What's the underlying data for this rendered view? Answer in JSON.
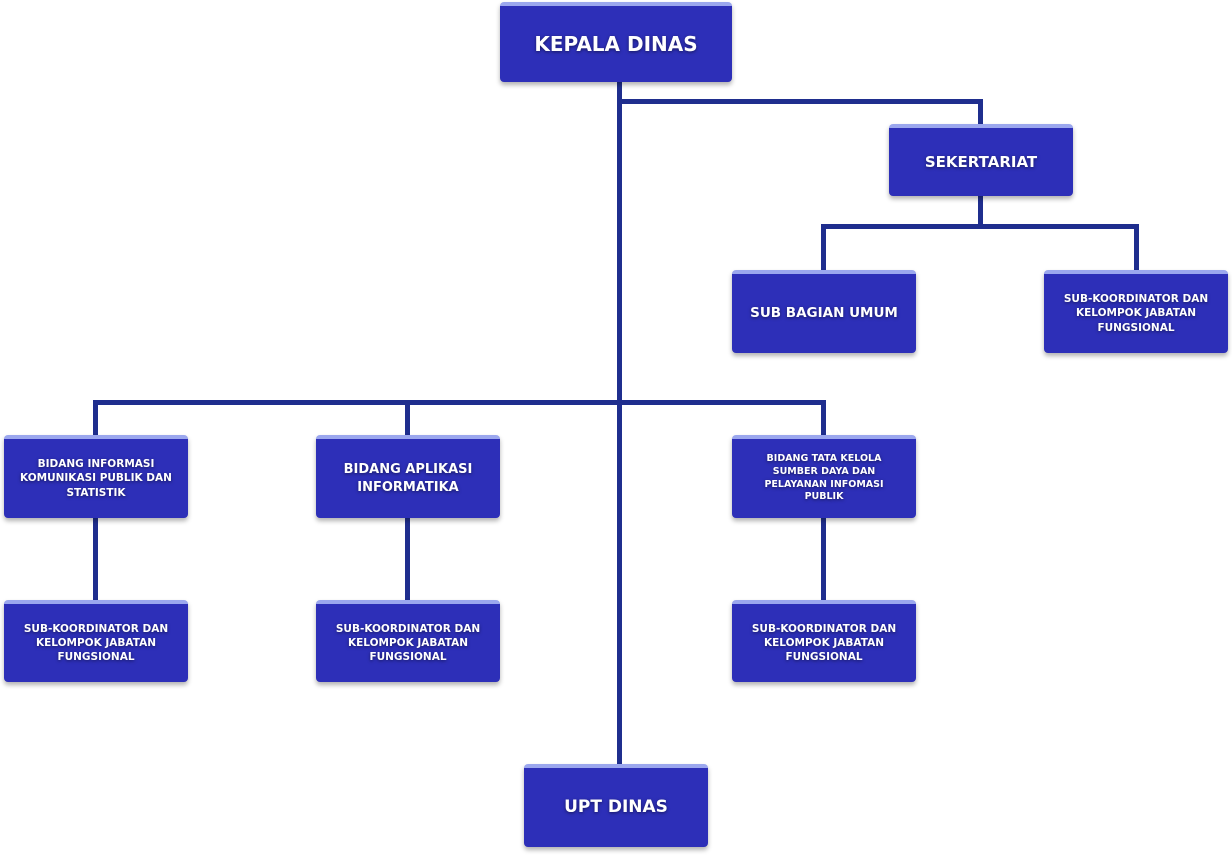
{
  "colors": {
    "box": "#2d2fb8",
    "box_top": "#9ba7ee",
    "line": "#1f2e8e"
  },
  "nodes": {
    "kepala": "KEPALA DINAS",
    "sekretariat": "SEKERTARIAT",
    "sub_bagian_umum": "SUB BAGIAN UMUM",
    "sek_subkoord": "SUB-KOORDINATOR DAN KELOMPOK JABATAN FUNGSIONAL",
    "bidang1": "BIDANG INFORMASI KOMUNIKASI PUBLIK DAN STATISTIK",
    "bidang2": "BIDANG APLIKASI INFORMATIKA",
    "bidang3": "BIDANG TATA KELOLA SUMBER DAYA DAN PELAYANAN INFOMASI PUBLIK",
    "bidang1_subkoord": "SUB-KOORDINATOR DAN KELOMPOK JABATAN FUNGSIONAL",
    "bidang2_subkoord": "SUB-KOORDINATOR DAN KELOMPOK JABATAN FUNGSIONAL",
    "bidang3_subkoord": "SUB-KOORDINATOR DAN KELOMPOK JABATAN FUNGSIONAL",
    "upt": "UPT DINAS"
  }
}
